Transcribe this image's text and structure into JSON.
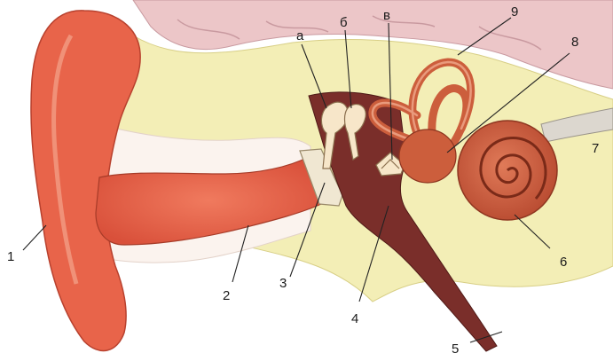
{
  "labels": {
    "n1": "1",
    "n2": "2",
    "n3": "3",
    "n4": "4",
    "n5": "5",
    "n6": "6",
    "n7": "7",
    "n8": "8",
    "n9": "9",
    "a": "а",
    "b": "б",
    "v": "в"
  },
  "colors": {
    "skin": "#e8644a",
    "skin_light": "#f4a48c",
    "bone": "#f3eeb6",
    "cartilage": "#fbf3ee",
    "brain": "#ecc6c8",
    "cavity": "#7a2e2a",
    "cochlea": "#cc5e3c",
    "ossicle": "#f7e6c9"
  }
}
